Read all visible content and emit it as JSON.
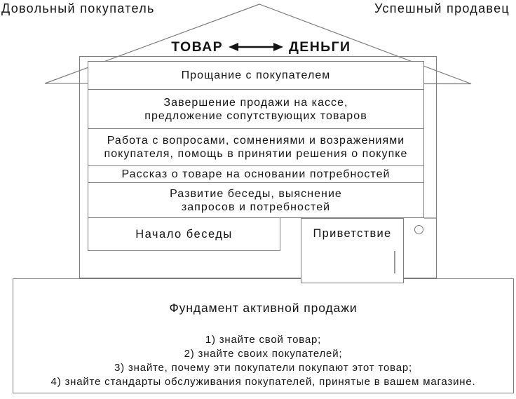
{
  "corner_labels": {
    "left": "Довольный покупатель",
    "right": "Успешный продавец"
  },
  "roof": {
    "goods": "ТОВАР",
    "money": "ДЕНЬГИ",
    "arrow": "double-headed-horizontal"
  },
  "stages": [
    "Прощание с покупателем",
    "Завершение продажи на кассе,\nпредложение сопутствующих товаров",
    "Работа с вопросами, сомнениями и возражениями\nпокупателя, помощь в принятии решения о покупке",
    "Рассказ о товаре на основании потребностей",
    "Развитие беседы, выяснение\nзапросов и потребностей"
  ],
  "start_box": "Начало беседы",
  "door_label": "Приветствие",
  "foundation": {
    "title": "Фундамент активной продажи",
    "items": [
      "1) знайте свой товар;",
      "2) знайте своих покупателей;",
      "3) знайте, почему эти покупатели покупают этот товар;",
      "4) знайте стандарты обслуживания покупателей, принятые в вашем магазине."
    ]
  },
  "colors": {
    "line": "#7d7d7d",
    "text": "#141414",
    "background": "#ffffff",
    "arrow": "#141414"
  }
}
